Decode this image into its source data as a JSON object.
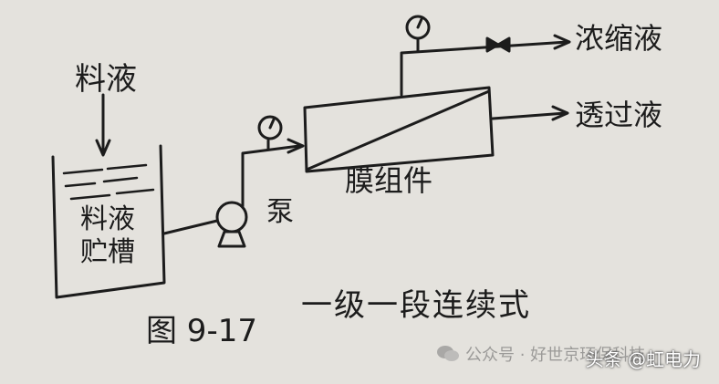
{
  "labels": {
    "feed": "料液",
    "tank_line1": "料液",
    "tank_line2": "贮槽",
    "pump": "泵",
    "module": "膜组件",
    "concentrate": "浓缩液",
    "permeate": "透过液"
  },
  "caption": {
    "figure_number": "图 9-17",
    "title": "一级一段连续式"
  },
  "watermarks": {
    "wechat": "公众号 · 好世京环保科技",
    "toutiao": "头条 @虹电力"
  },
  "colors": {
    "ink": "#1c1c1c",
    "paper": "#e4e2dd",
    "watermark_gray": "#9b9a98",
    "watermark_white": "#ffffff"
  }
}
